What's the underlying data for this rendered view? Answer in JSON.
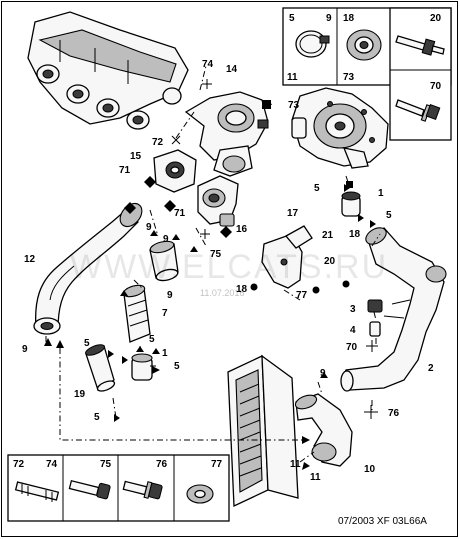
{
  "callouts": {
    "c1a": "1",
    "c1b": "1",
    "c2": "2",
    "c3": "3",
    "c4": "4",
    "c5a": "5",
    "c5b": "5",
    "c5c": "5",
    "c5d": "5",
    "c5e": "5",
    "c5f": "5",
    "c7": "7",
    "c9a": "9",
    "c9b": "9",
    "c9c": "9",
    "c9d": "9",
    "c9e": "9",
    "c11a": "11",
    "c11b": "11",
    "c12": "12",
    "c14": "14",
    "c15": "15",
    "c16": "16",
    "c17": "17",
    "c18a": "18",
    "c18b": "18",
    "c19": "19",
    "c20": "20",
    "c21": "21",
    "c70": "70",
    "c71a": "71",
    "c71b": "71",
    "c72": "72",
    "c73": "73",
    "c74": "74",
    "c75": "75",
    "c76": "76",
    "c77": "77"
  },
  "top_panels": {
    "p1_a": "5",
    "p1_b": "9",
    "p1_c": "11",
    "p2_a": "18",
    "p2_b": "73",
    "p3_a": "20",
    "p3_b": "70"
  },
  "bottom_panels": {
    "b1_a": "72",
    "b1_b": "74",
    "b2": "75",
    "b3": "76",
    "b4": "77"
  },
  "watermark": "WWW.ELCATS.RU",
  "watermark_date": "11.07.2016",
  "footer": "07/2003  XF 03L66A"
}
